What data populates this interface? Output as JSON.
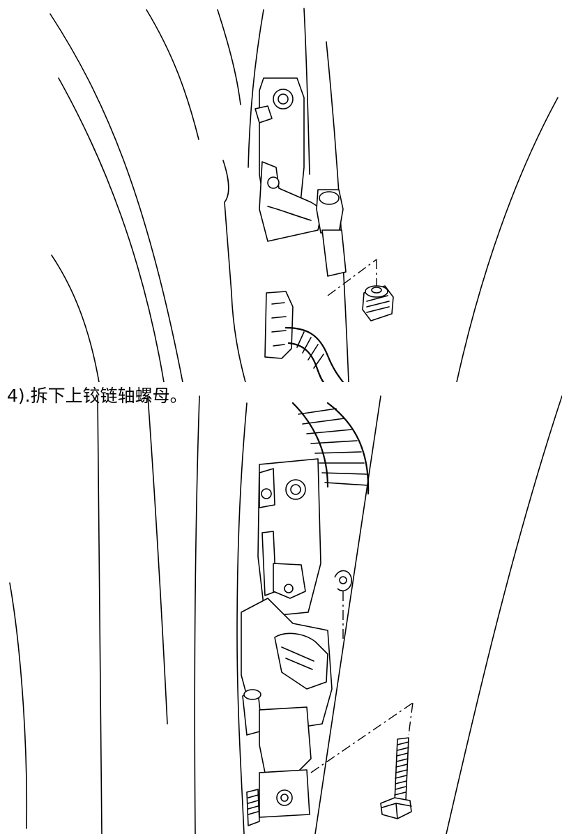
{
  "document": {
    "step_caption": "4).拆下上铰链轴螺母。"
  },
  "figures": [
    {
      "id": "fig-top",
      "shows": "door-hinge-with-hinge-nut"
    },
    {
      "id": "fig-bottom",
      "shows": "door-hinge-with-hinge-pin-bolt"
    }
  ]
}
